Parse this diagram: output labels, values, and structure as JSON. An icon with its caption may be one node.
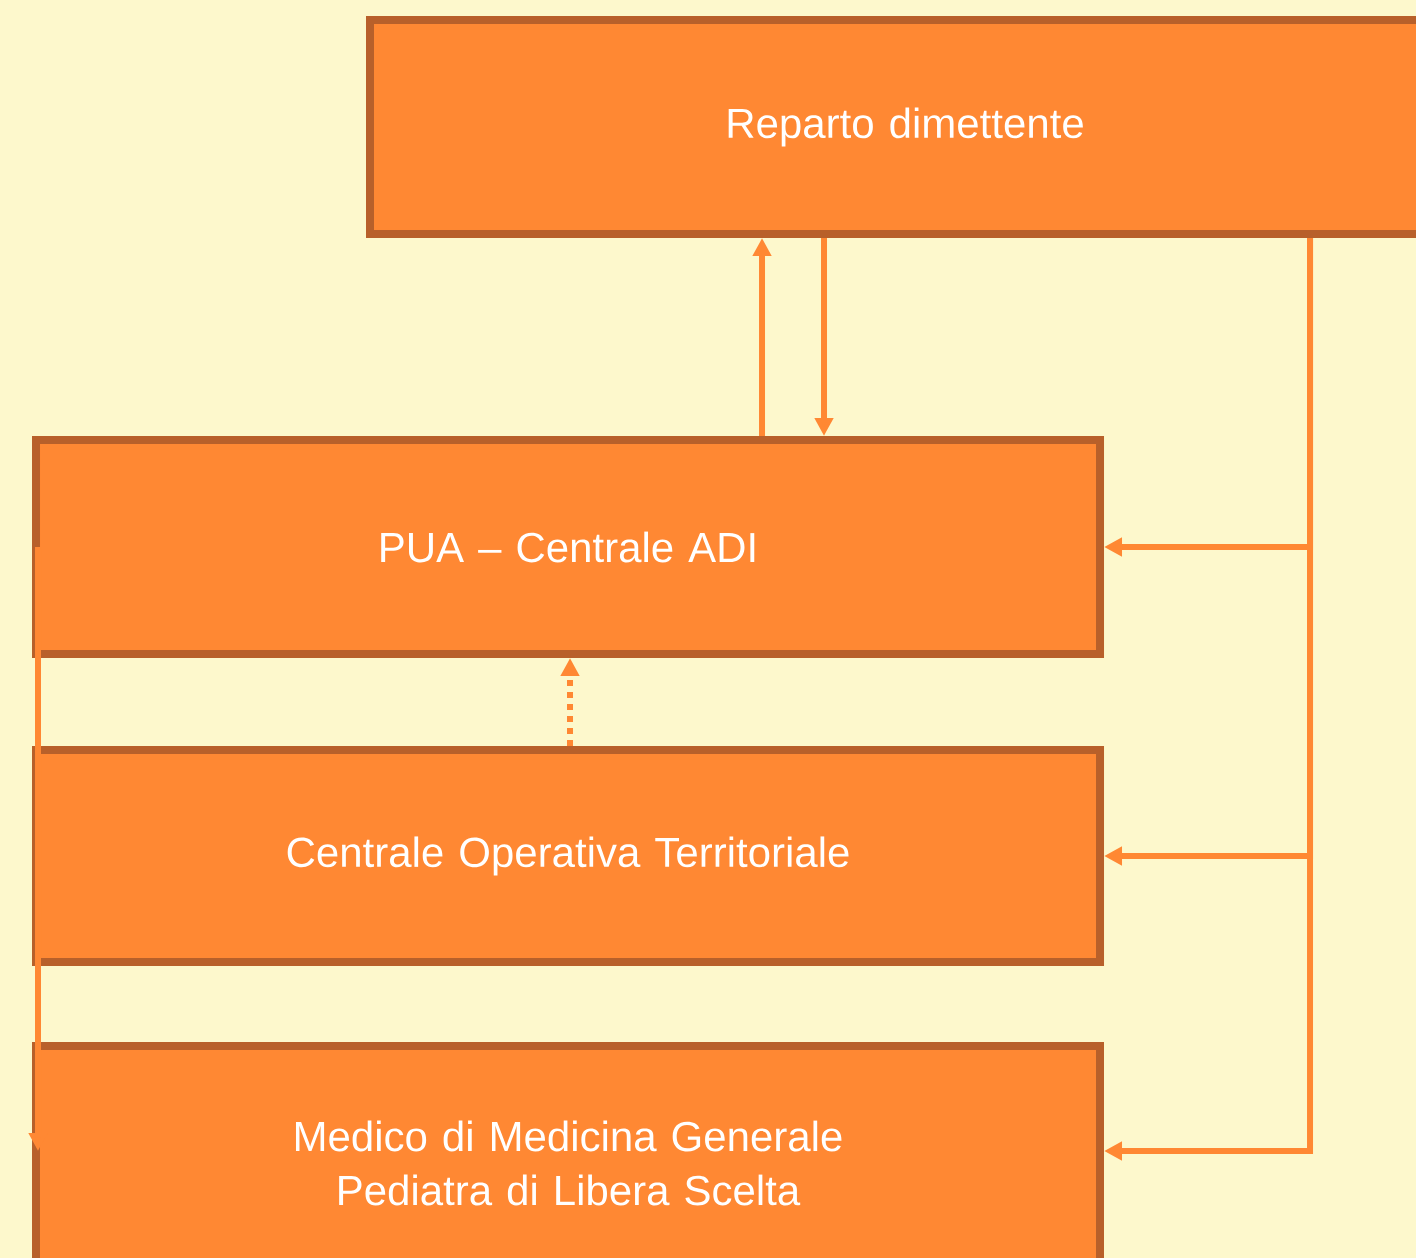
{
  "diagram": {
    "nodes": [
      {
        "text": [
          "Reparto dimettente"
        ]
      },
      {
        "text": [
          "PUA – Centrale ADI"
        ]
      },
      {
        "text": [
          "Centrale Operativa Territoriale"
        ]
      },
      {
        "text": [
          "Medico di Medicina Generale Pediatra di Libera Scelta"
        ]
      }
    ],
    "edges": [
      {
        "from": 1,
        "to": 0,
        "arrow": "to"
      },
      {
        "from": 0,
        "to": 1,
        "arrow": "to"
      },
      {
        "from": 0,
        "to": 1,
        "arrow": "to"
      },
      {
        "from": 0,
        "to": 2,
        "arrow": "to"
      },
      {
        "from": 0,
        "to": 3,
        "arrow": "to"
      },
      {
        "from": 2,
        "to": 1,
        "arrow": "to",
        "style": "dashed"
      },
      {
        "from": 1,
        "to": 3,
        "arrow": "to"
      }
    ]
  }
}
